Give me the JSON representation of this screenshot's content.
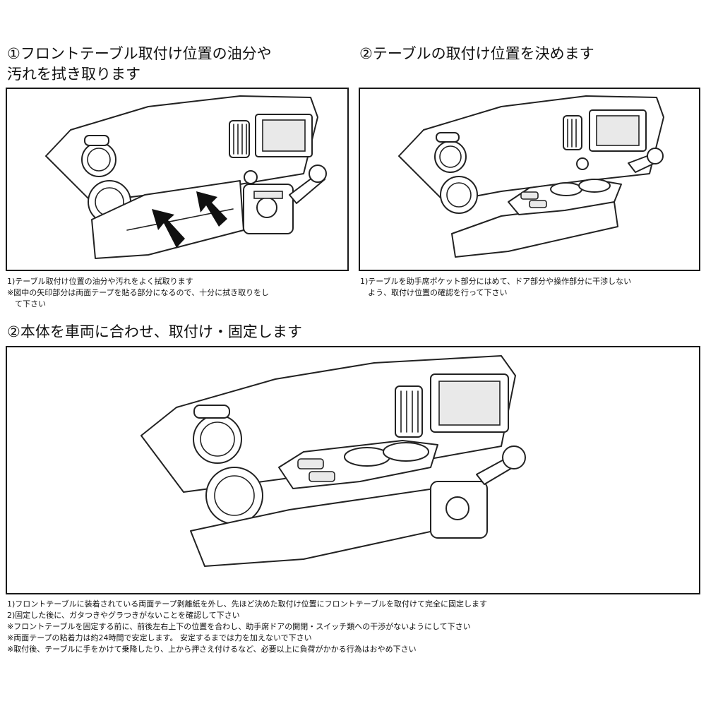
{
  "step1": {
    "title": "①フロントテーブル取付け位置の油分や\n汚れを拭き取ります",
    "notes": [
      "1)テーブル取付け位置の油分や汚れをよく拭取ります",
      "※図中の矢印部分は両面テープを貼る部分になるので、十分に拭き取りをし",
      "　て下さい"
    ]
  },
  "step2": {
    "title": "②テーブルの取付け位置を決めます",
    "notes": [
      "1)テーブルを助手席ポケット部分にはめて、ドア部分や操作部分に干渉しない",
      "　よう、取付け位置の確認を行って下さい"
    ]
  },
  "step3": {
    "title": "②本体を車両に合わせ、取付け・固定します",
    "notes": [
      "1)フロントテーブルに装着されている両面テープ剥離紙を外し、先ほど決めた取付け位置にフロントテーブルを取付けて完全に固定します",
      "2)固定した後に、ガタつきやグラつきがないことを確認して下さい",
      "※フロントテーブルを固定する前に、前後左右上下の位置を合わし、助手席ドアの開閉・スイッチ類への干渉がないようにして下さい",
      "※両面テープの粘着力は約24時間で安定します。 安定するまでは力を加えないで下さい",
      "※取付後、テーブルに手をかけて乗降したり、上から押さえ付けるなど、必要以上に負荷がかかる行為はおやめ下さい"
    ]
  }
}
